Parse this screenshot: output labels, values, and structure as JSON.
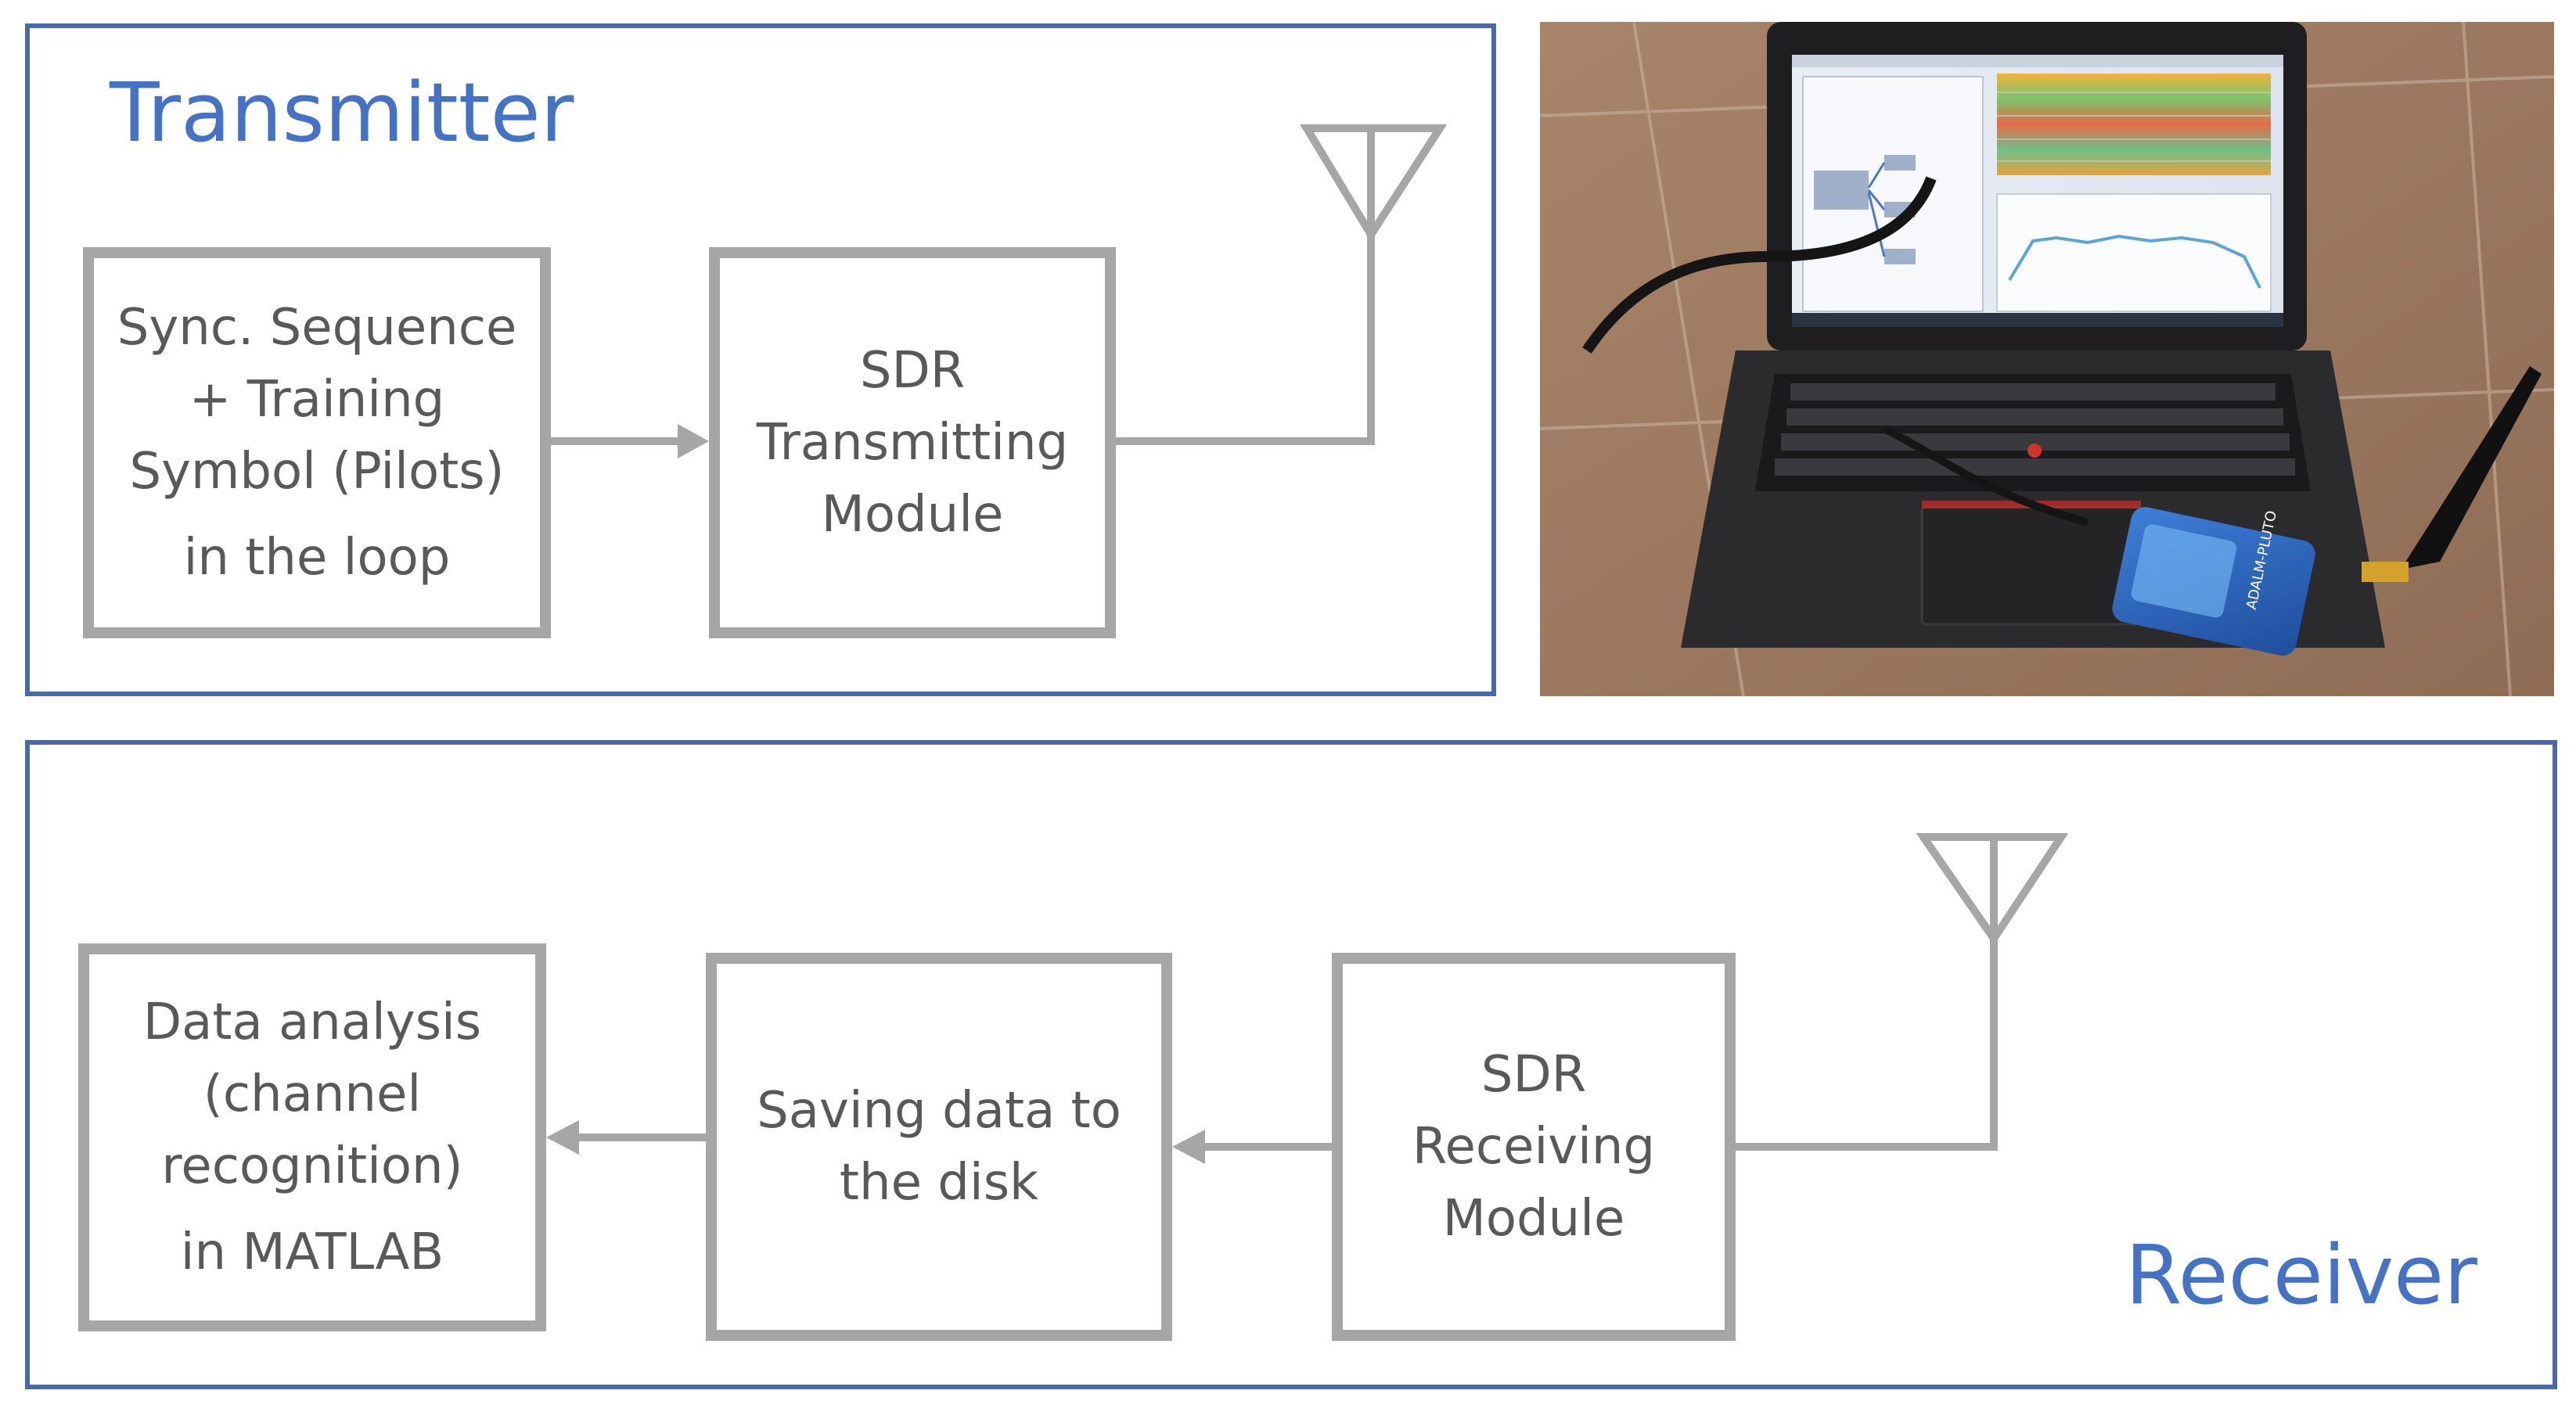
{
  "transmitter": {
    "title": "Transmitter",
    "blocks": [
      {
        "lines": [
          "Sync. Sequence",
          "+ Training",
          "Symbol (Pilots)",
          "in the loop"
        ]
      },
      {
        "lines": [
          "SDR",
          "Transmitting",
          "Module"
        ]
      }
    ]
  },
  "receiver": {
    "title": "Receiver",
    "blocks": [
      {
        "lines": [
          "Data analysis",
          "(channel",
          "recognition)",
          "in MATLAB"
        ]
      },
      {
        "lines": [
          "Saving data to",
          "the disk"
        ]
      },
      {
        "lines": [
          "SDR",
          "Receiving",
          "Module"
        ]
      }
    ]
  },
  "photo": {
    "device_label": "ADALM-PLUTO",
    "description_icon": "laptop-with-sdr-photo"
  },
  "colors": {
    "panel_border": "#4a6aa5",
    "title": "#4472c4",
    "block_border": "#a6a6a6",
    "block_text": "#595959",
    "wire": "#a6a6a6"
  }
}
